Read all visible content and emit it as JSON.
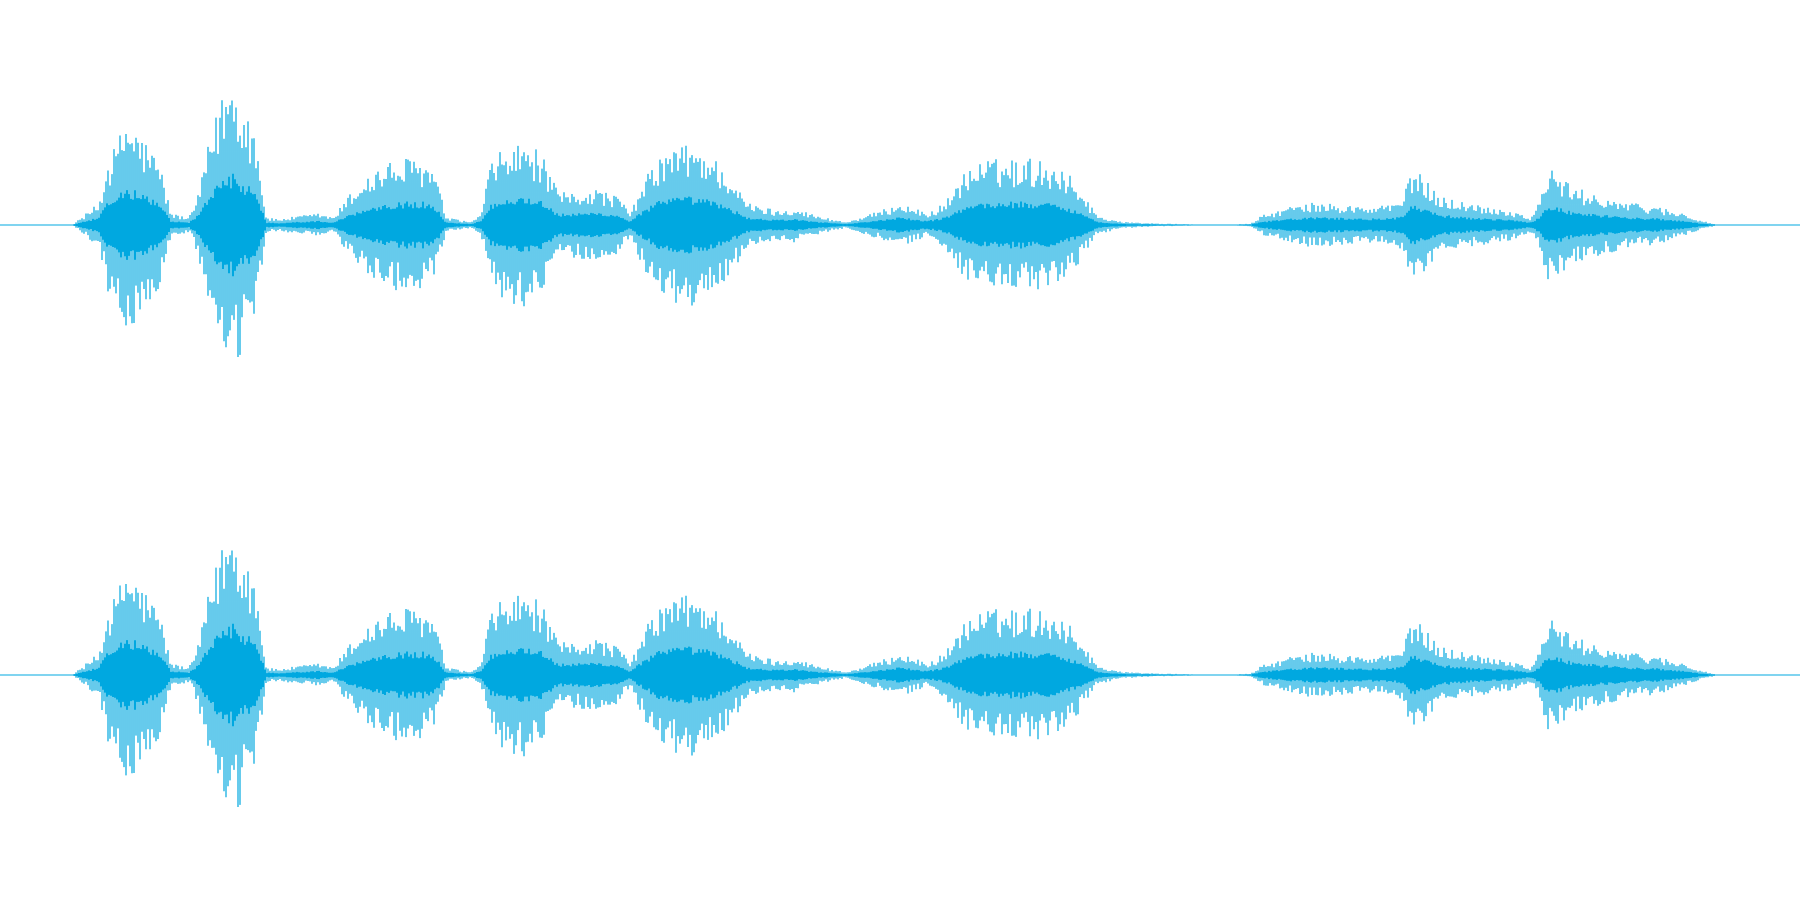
{
  "chart_data": {
    "type": "area",
    "title": "",
    "xlabel": "",
    "ylabel": "",
    "grid": false,
    "legend": "none",
    "color": "#00a8e0",
    "x_range": [
      0,
      1
    ],
    "y_range": [
      -1,
      1
    ],
    "channels": [
      {
        "envelope": [
          [
            0.0,
            0.0
          ],
          [
            0.04,
            0.0
          ],
          [
            0.046,
            0.06
          ],
          [
            0.055,
            0.15
          ],
          [
            0.06,
            0.45
          ],
          [
            0.065,
            0.55
          ],
          [
            0.07,
            0.75
          ],
          [
            0.076,
            0.65
          ],
          [
            0.082,
            0.55
          ],
          [
            0.089,
            0.42
          ],
          [
            0.095,
            0.08
          ],
          [
            0.105,
            0.05
          ],
          [
            0.11,
            0.2
          ],
          [
            0.115,
            0.5
          ],
          [
            0.125,
            0.97
          ],
          [
            0.13,
            1.0
          ],
          [
            0.135,
            0.85
          ],
          [
            0.142,
            0.65
          ],
          [
            0.148,
            0.05
          ],
          [
            0.155,
            0.04
          ],
          [
            0.165,
            0.06
          ],
          [
            0.178,
            0.08
          ],
          [
            0.185,
            0.05
          ],
          [
            0.195,
            0.22
          ],
          [
            0.205,
            0.35
          ],
          [
            0.215,
            0.42
          ],
          [
            0.225,
            0.45
          ],
          [
            0.235,
            0.45
          ],
          [
            0.242,
            0.35
          ],
          [
            0.248,
            0.05
          ],
          [
            0.262,
            0.02
          ],
          [
            0.268,
            0.1
          ],
          [
            0.272,
            0.4
          ],
          [
            0.28,
            0.52
          ],
          [
            0.29,
            0.55
          ],
          [
            0.3,
            0.5
          ],
          [
            0.31,
            0.22
          ],
          [
            0.32,
            0.22
          ],
          [
            0.33,
            0.25
          ],
          [
            0.343,
            0.2
          ],
          [
            0.35,
            0.08
          ],
          [
            0.358,
            0.3
          ],
          [
            0.365,
            0.45
          ],
          [
            0.375,
            0.53
          ],
          [
            0.385,
            0.55
          ],
          [
            0.395,
            0.48
          ],
          [
            0.405,
            0.35
          ],
          [
            0.415,
            0.15
          ],
          [
            0.425,
            0.12
          ],
          [
            0.433,
            0.1
          ],
          [
            0.44,
            0.12
          ],
          [
            0.455,
            0.06
          ],
          [
            0.47,
            0.02
          ],
          [
            0.48,
            0.06
          ],
          [
            0.49,
            0.1
          ],
          [
            0.5,
            0.15
          ],
          [
            0.515,
            0.08
          ],
          [
            0.525,
            0.15
          ],
          [
            0.535,
            0.35
          ],
          [
            0.545,
            0.43
          ],
          [
            0.56,
            0.45
          ],
          [
            0.575,
            0.45
          ],
          [
            0.59,
            0.4
          ],
          [
            0.6,
            0.25
          ],
          [
            0.61,
            0.06
          ],
          [
            0.625,
            0.02
          ],
          [
            0.645,
            0.01
          ],
          [
            0.68,
            0.0
          ],
          [
            0.695,
            0.01
          ],
          [
            0.7,
            0.06
          ],
          [
            0.715,
            0.12
          ],
          [
            0.73,
            0.15
          ],
          [
            0.745,
            0.14
          ],
          [
            0.76,
            0.12
          ],
          [
            0.775,
            0.15
          ],
          [
            0.78,
            0.2
          ],
          [
            0.785,
            0.4
          ],
          [
            0.792,
            0.3
          ],
          [
            0.8,
            0.2
          ],
          [
            0.815,
            0.15
          ],
          [
            0.84,
            0.1
          ],
          [
            0.85,
            0.05
          ],
          [
            0.855,
            0.15
          ],
          [
            0.86,
            0.38
          ],
          [
            0.865,
            0.35
          ],
          [
            0.875,
            0.25
          ],
          [
            0.89,
            0.2
          ],
          [
            0.905,
            0.15
          ],
          [
            0.92,
            0.13
          ],
          [
            0.935,
            0.08
          ],
          [
            0.945,
            0.03
          ],
          [
            0.955,
            0.0
          ],
          [
            1.0,
            0.0
          ]
        ]
      },
      {
        "envelope": [
          [
            0.0,
            0.0
          ],
          [
            0.04,
            0.0
          ],
          [
            0.046,
            0.06
          ],
          [
            0.055,
            0.15
          ],
          [
            0.06,
            0.45
          ],
          [
            0.065,
            0.55
          ],
          [
            0.07,
            0.75
          ],
          [
            0.076,
            0.65
          ],
          [
            0.082,
            0.55
          ],
          [
            0.089,
            0.42
          ],
          [
            0.095,
            0.08
          ],
          [
            0.105,
            0.05
          ],
          [
            0.11,
            0.2
          ],
          [
            0.115,
            0.5
          ],
          [
            0.125,
            0.97
          ],
          [
            0.13,
            1.0
          ],
          [
            0.135,
            0.85
          ],
          [
            0.142,
            0.65
          ],
          [
            0.148,
            0.05
          ],
          [
            0.155,
            0.04
          ],
          [
            0.165,
            0.06
          ],
          [
            0.178,
            0.08
          ],
          [
            0.185,
            0.05
          ],
          [
            0.195,
            0.22
          ],
          [
            0.205,
            0.35
          ],
          [
            0.215,
            0.42
          ],
          [
            0.225,
            0.45
          ],
          [
            0.235,
            0.45
          ],
          [
            0.242,
            0.35
          ],
          [
            0.248,
            0.05
          ],
          [
            0.262,
            0.02
          ],
          [
            0.268,
            0.1
          ],
          [
            0.272,
            0.4
          ],
          [
            0.28,
            0.52
          ],
          [
            0.29,
            0.55
          ],
          [
            0.3,
            0.5
          ],
          [
            0.31,
            0.22
          ],
          [
            0.32,
            0.22
          ],
          [
            0.33,
            0.25
          ],
          [
            0.343,
            0.2
          ],
          [
            0.35,
            0.08
          ],
          [
            0.358,
            0.3
          ],
          [
            0.365,
            0.45
          ],
          [
            0.375,
            0.53
          ],
          [
            0.385,
            0.55
          ],
          [
            0.395,
            0.48
          ],
          [
            0.405,
            0.35
          ],
          [
            0.415,
            0.15
          ],
          [
            0.425,
            0.12
          ],
          [
            0.433,
            0.1
          ],
          [
            0.44,
            0.12
          ],
          [
            0.455,
            0.06
          ],
          [
            0.47,
            0.02
          ],
          [
            0.48,
            0.06
          ],
          [
            0.49,
            0.1
          ],
          [
            0.5,
            0.15
          ],
          [
            0.515,
            0.08
          ],
          [
            0.525,
            0.15
          ],
          [
            0.535,
            0.35
          ],
          [
            0.545,
            0.43
          ],
          [
            0.56,
            0.45
          ],
          [
            0.575,
            0.45
          ],
          [
            0.59,
            0.4
          ],
          [
            0.6,
            0.25
          ],
          [
            0.61,
            0.06
          ],
          [
            0.625,
            0.02
          ],
          [
            0.645,
            0.01
          ],
          [
            0.68,
            0.0
          ],
          [
            0.695,
            0.01
          ],
          [
            0.7,
            0.06
          ],
          [
            0.715,
            0.12
          ],
          [
            0.73,
            0.15
          ],
          [
            0.745,
            0.14
          ],
          [
            0.76,
            0.12
          ],
          [
            0.775,
            0.15
          ],
          [
            0.78,
            0.2
          ],
          [
            0.785,
            0.4
          ],
          [
            0.792,
            0.3
          ],
          [
            0.8,
            0.2
          ],
          [
            0.815,
            0.15
          ],
          [
            0.84,
            0.1
          ],
          [
            0.85,
            0.05
          ],
          [
            0.855,
            0.15
          ],
          [
            0.86,
            0.38
          ],
          [
            0.865,
            0.35
          ],
          [
            0.875,
            0.25
          ],
          [
            0.89,
            0.2
          ],
          [
            0.905,
            0.15
          ],
          [
            0.92,
            0.13
          ],
          [
            0.935,
            0.08
          ],
          [
            0.945,
            0.03
          ],
          [
            0.955,
            0.0
          ],
          [
            1.0,
            0.0
          ]
        ]
      }
    ]
  }
}
